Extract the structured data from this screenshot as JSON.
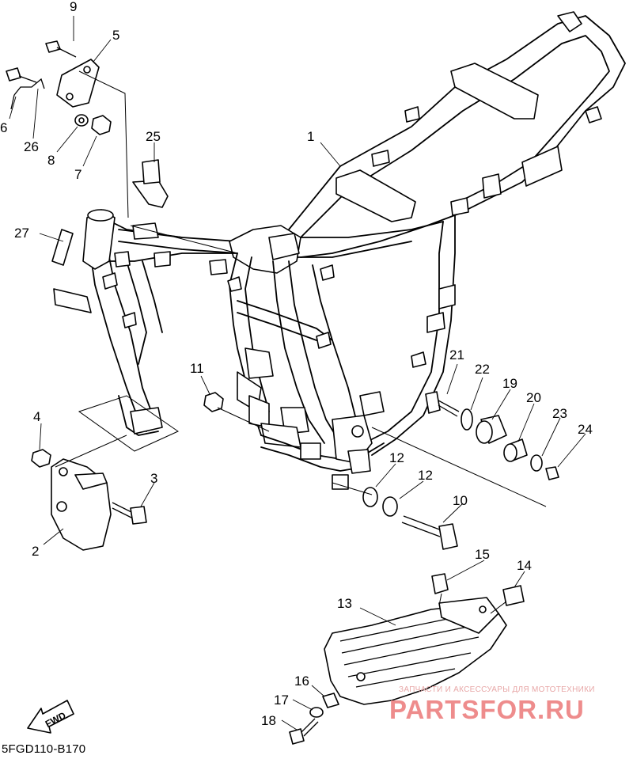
{
  "diagram_code": "5FGD110-B170",
  "fwd_label": "FWD",
  "watermark": {
    "tagline": "ЗАПЧАСТИ И АКСЕССУАРЫ ДЛЯ МОТОТЕХНИКИ",
    "brand": "PARTSFOR.RU"
  },
  "callouts": {
    "p1": "1",
    "p2": "2",
    "p3": "3",
    "p4": "4",
    "p5": "5",
    "p6": "6",
    "p7": "7",
    "p8": "8",
    "p9": "9",
    "p10": "10",
    "p11": "11",
    "p12a": "12",
    "p12b": "12",
    "p13": "13",
    "p14": "14",
    "p15": "15",
    "p16": "16",
    "p17": "17",
    "p18": "18",
    "p19": "19",
    "p20": "20",
    "p21": "21",
    "p22": "22",
    "p23": "23",
    "p24": "24",
    "p25": "25",
    "p26": "26",
    "p27": "27"
  }
}
